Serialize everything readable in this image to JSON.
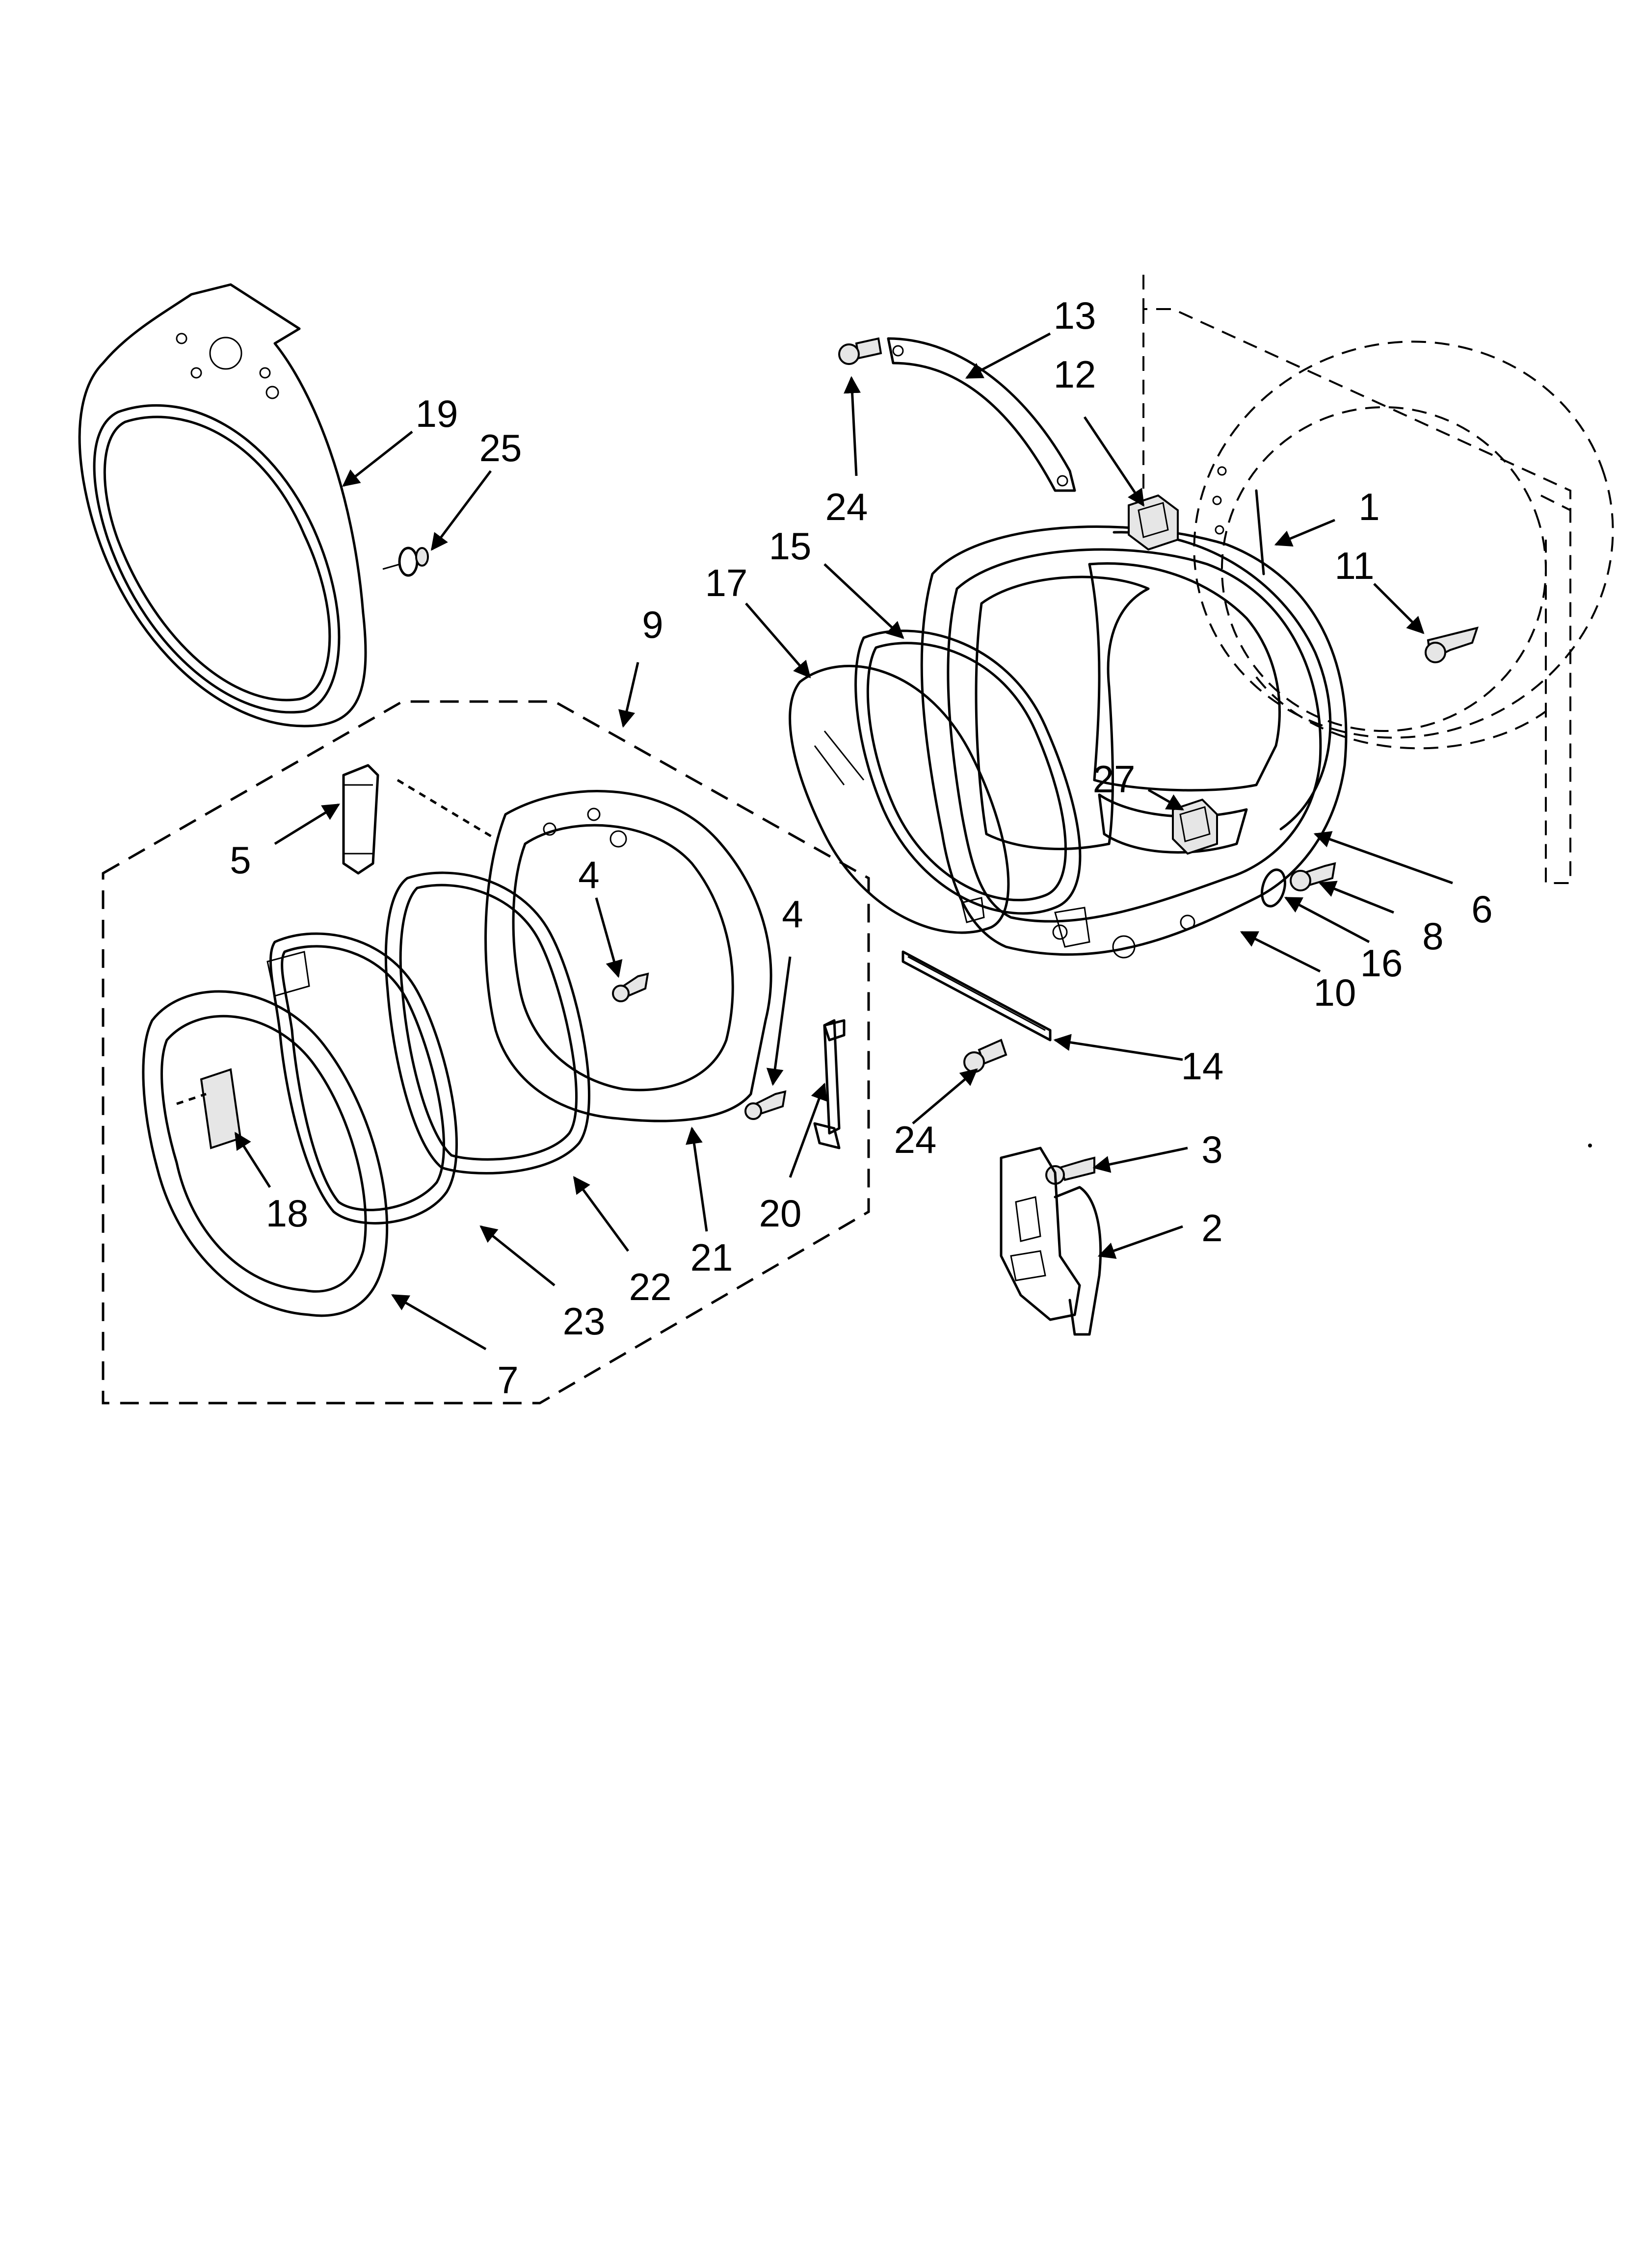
{
  "callouts": [
    {
      "id": "c1",
      "label": "1"
    },
    {
      "id": "c2",
      "label": "2"
    },
    {
      "id": "c3",
      "label": "3"
    },
    {
      "id": "c4a",
      "label": "4"
    },
    {
      "id": "c4b",
      "label": "4"
    },
    {
      "id": "c5",
      "label": "5"
    },
    {
      "id": "c6",
      "label": "6"
    },
    {
      "id": "c7",
      "label": "7"
    },
    {
      "id": "c8",
      "label": "8"
    },
    {
      "id": "c9",
      "label": "9"
    },
    {
      "id": "c10",
      "label": "10"
    },
    {
      "id": "c11",
      "label": "11"
    },
    {
      "id": "c12",
      "label": "12"
    },
    {
      "id": "c13",
      "label": "13"
    },
    {
      "id": "c14",
      "label": "14"
    },
    {
      "id": "c15",
      "label": "15"
    },
    {
      "id": "c16",
      "label": "16"
    },
    {
      "id": "c17",
      "label": "17"
    },
    {
      "id": "c18",
      "label": "18"
    },
    {
      "id": "c19",
      "label": "19"
    },
    {
      "id": "c20",
      "label": "20"
    },
    {
      "id": "c21",
      "label": "21"
    },
    {
      "id": "c22",
      "label": "22"
    },
    {
      "id": "c23",
      "label": "23"
    },
    {
      "id": "c24a",
      "label": "24"
    },
    {
      "id": "c24b",
      "label": "24"
    },
    {
      "id": "c25",
      "label": "25"
    },
    {
      "id": "c27",
      "label": "27"
    }
  ]
}
